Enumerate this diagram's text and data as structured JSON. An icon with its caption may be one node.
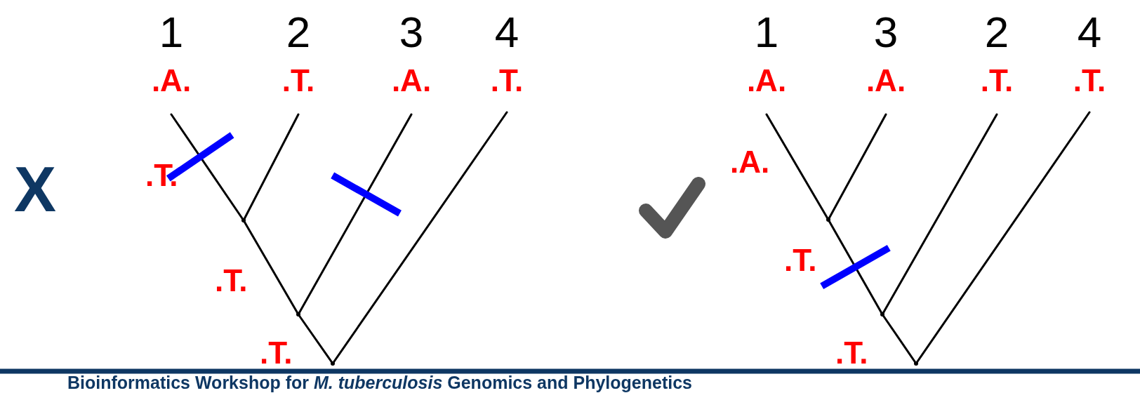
{
  "diagram": {
    "nodes": [
      {
        "text": [
          "1",
          ".A."
        ]
      },
      {
        "text": [
          "2",
          ".T."
        ]
      },
      {
        "text": [
          "3",
          ".A."
        ]
      },
      {
        "text": [
          "4",
          ".T."
        ]
      },
      {
        "text": [],
        "shape": "point"
      },
      {
        "text": [],
        "shape": "point"
      },
      {
        "text": [],
        "shape": "point"
      },
      {
        "text": [
          "1",
          ".A."
        ]
      },
      {
        "text": [
          "3",
          ".A."
        ]
      },
      {
        "text": [
          "2",
          ".T."
        ]
      },
      {
        "text": [
          "4",
          ".T."
        ]
      },
      {
        "text": [],
        "shape": "point"
      },
      {
        "text": [],
        "shape": "point"
      },
      {
        "text": [],
        "shape": "point"
      }
    ],
    "edges": [
      {
        "from": 4,
        "to": 0,
        "arrow": "none"
      },
      {
        "from": 4,
        "to": 1,
        "arrow": "none"
      },
      {
        "from": 5,
        "to": 4,
        "arrow": "none"
      },
      {
        "from": 5,
        "to": 2,
        "arrow": "none"
      },
      {
        "from": 6,
        "to": 5,
        "arrow": "none"
      },
      {
        "from": 6,
        "to": 3,
        "arrow": "none"
      },
      {
        "from": 11,
        "to": 7,
        "arrow": "none"
      },
      {
        "from": 11,
        "to": 8,
        "arrow": "none"
      },
      {
        "from": 12,
        "to": 11,
        "arrow": "none"
      },
      {
        "from": 12,
        "to": 9,
        "arrow": "none"
      },
      {
        "from": 13,
        "to": 12,
        "arrow": "none"
      },
      {
        "from": 13,
        "to": 10,
        "arrow": "none"
      }
    ],
    "labels": [
      "X",
      ".T.",
      ".T.",
      ".T.",
      ".A.",
      ".T.",
      ".T.",
      "Bioinformatics Workshop for *M. tuberculosis* Genomics and Phylogenetics"
    ]
  }
}
